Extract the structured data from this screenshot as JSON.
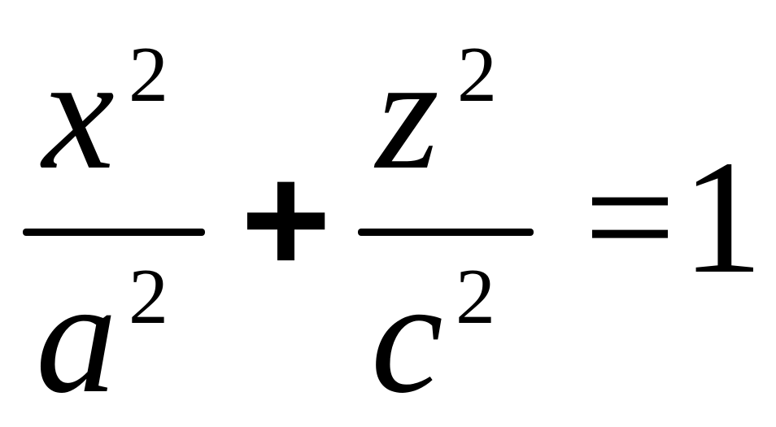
{
  "equation": {
    "term1": {
      "numerator": {
        "base": "x",
        "exponent": "2"
      },
      "denominator": {
        "base": "a",
        "exponent": "2"
      }
    },
    "plus": "+",
    "term2": {
      "numerator": {
        "base": "z",
        "exponent": "2"
      },
      "denominator": {
        "base": "c",
        "exponent": "2"
      }
    },
    "equals": "=",
    "rhs": "1"
  }
}
